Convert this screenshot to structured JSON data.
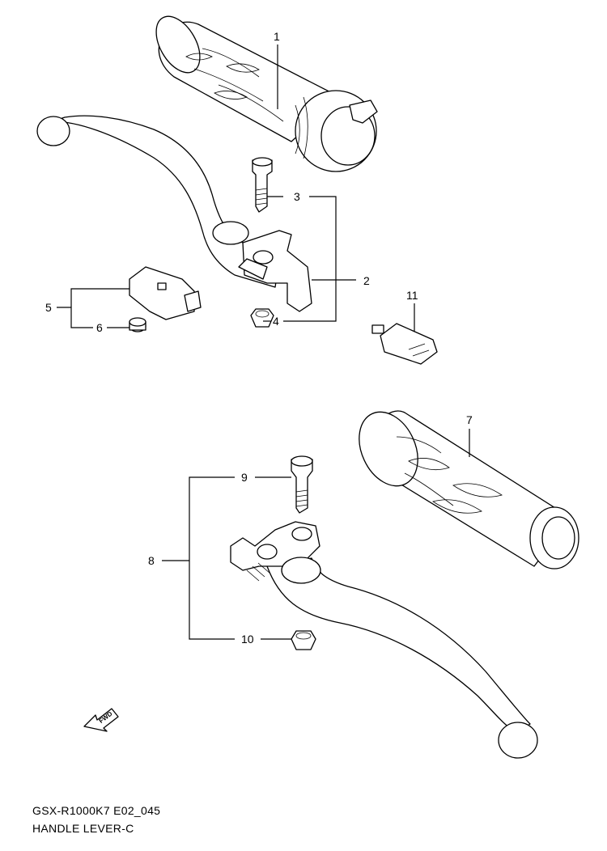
{
  "captions": {
    "code": "GSX-R1000K7 E02_045",
    "title": "HANDLE LEVER-C"
  },
  "callouts": {
    "c1": "1",
    "c2": "2",
    "c3": "3",
    "c4": "4",
    "c5": "5",
    "c6": "6",
    "c7": "7",
    "c8": "8",
    "c9": "9",
    "c10": "10",
    "c11": "11"
  },
  "fwd_badge": "FWD",
  "colors": {
    "ink": "#000000",
    "background": "#ffffff"
  }
}
